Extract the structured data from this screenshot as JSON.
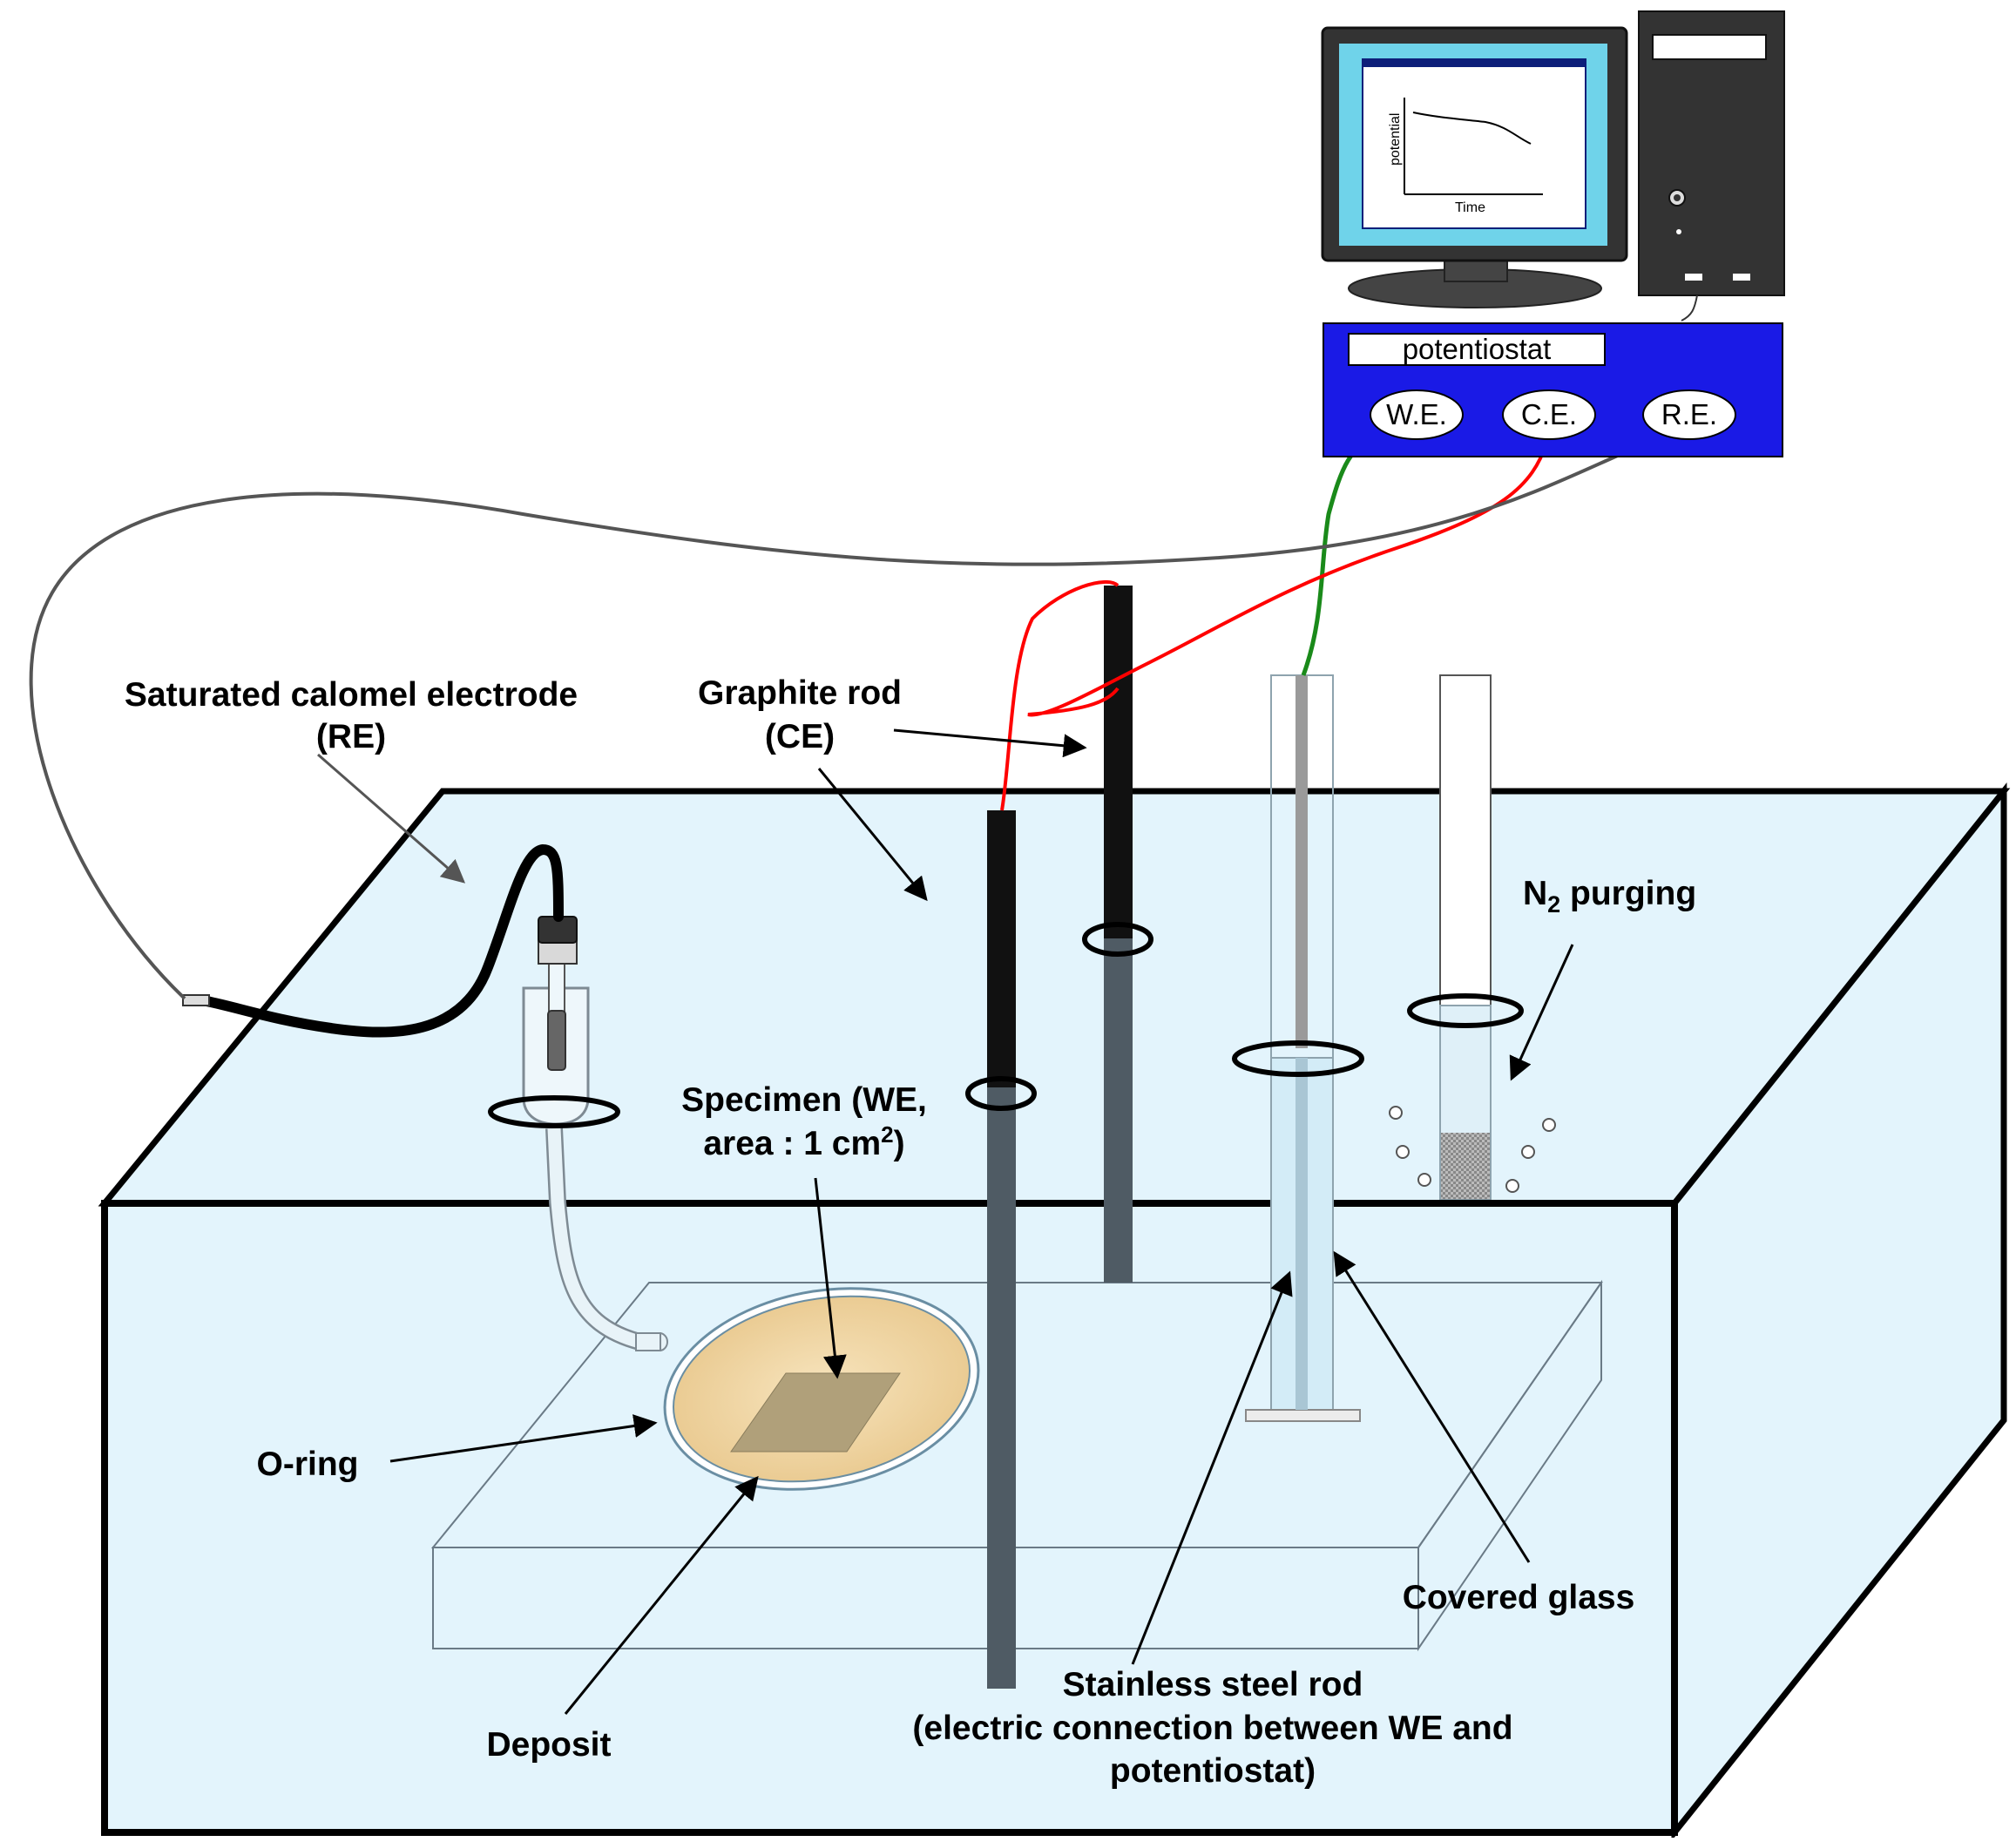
{
  "labels": {
    "sce_line1": "Saturated calomel electrode",
    "sce_line2": "(RE)",
    "graphite_line1": "Graphite rod",
    "graphite_line2": "(CE)",
    "n2_main": "N",
    "n2_sub": "2",
    "n2_rest": " purging",
    "specimen_line1": "Specimen (WE,",
    "specimen_line2a": "area : 1 cm",
    "specimen_sup": "2",
    "specimen_line2b": ")",
    "oring": "O-ring",
    "deposit": "Deposit",
    "covered_glass": "Covered glass",
    "ss_line1": "Stainless steel rod",
    "ss_line2": "(electric connection between WE and",
    "ss_line3": "potentiostat)"
  },
  "potentiostat": {
    "title": "potentiostat",
    "ports": [
      "W.E.",
      "C.E.",
      "R.E."
    ]
  },
  "monitor": {
    "ylabel": "potential",
    "xlabel": "Time"
  },
  "colors": {
    "solution": "#e3f4fc",
    "potentiostat_blue": "#1a1ae6",
    "screen_cyan": "#6fd3ea",
    "wire_we": "#1a8a1a",
    "wire_ce": "#ff0000",
    "wire_re": "#555555",
    "deposit_fill": "#f0d9a8"
  },
  "icons": {
    "computer": "desktop-computer-icon",
    "monitor": "monitor-icon"
  }
}
